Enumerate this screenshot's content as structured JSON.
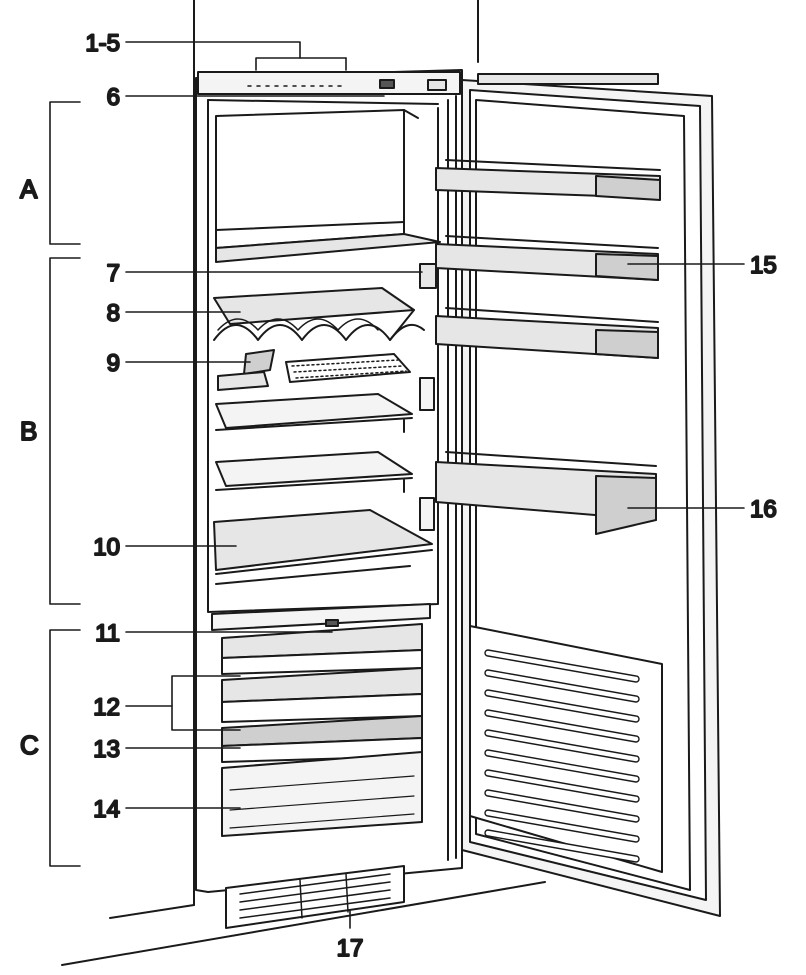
{
  "sections": [
    {
      "id": "A",
      "label": "A"
    },
    {
      "id": "B",
      "label": "B"
    },
    {
      "id": "C",
      "label": "C"
    }
  ],
  "callouts": [
    {
      "id": "c1-5",
      "label": "1-5"
    },
    {
      "id": "c6",
      "label": "6"
    },
    {
      "id": "c7",
      "label": "7"
    },
    {
      "id": "c8",
      "label": "8"
    },
    {
      "id": "c9",
      "label": "9"
    },
    {
      "id": "c10",
      "label": "10"
    },
    {
      "id": "c11",
      "label": "11"
    },
    {
      "id": "c12",
      "label": "12"
    },
    {
      "id": "c13",
      "label": "13"
    },
    {
      "id": "c14",
      "label": "14"
    },
    {
      "id": "c15",
      "label": "15"
    },
    {
      "id": "c16",
      "label": "16"
    },
    {
      "id": "c17",
      "label": "17"
    }
  ],
  "colors": {
    "line": "#1a1a1a",
    "panel": "#f4f4f4",
    "shelf": "#e6e6e6",
    "shade": "#cfcfcf",
    "dark": "#555555"
  }
}
